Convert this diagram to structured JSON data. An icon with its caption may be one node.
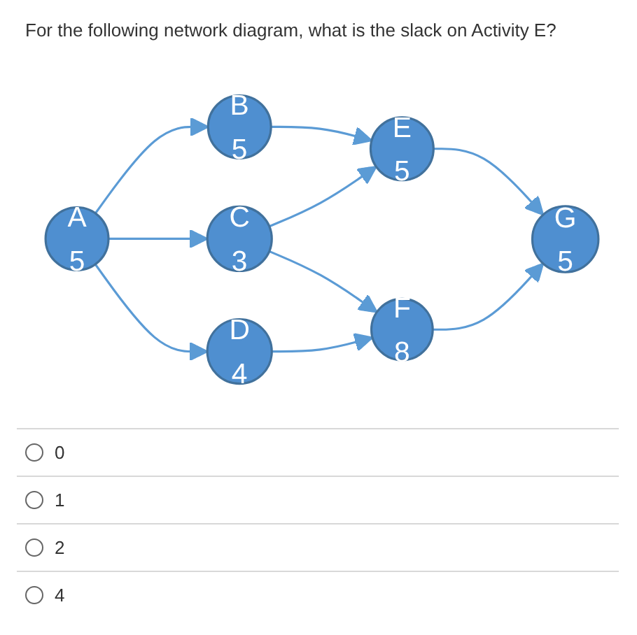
{
  "diagram": {
    "title": "For the following network diagram, what is the slack on Activity E?",
    "nodes": [
      {
        "text": [
          "A",
          "5"
        ]
      },
      {
        "text": [
          "B",
          "5"
        ]
      },
      {
        "text": [
          "C",
          "3"
        ]
      },
      {
        "text": [
          "D",
          "4"
        ]
      },
      {
        "text": [
          "E",
          "5"
        ]
      },
      {
        "text": [
          "F",
          "8"
        ]
      },
      {
        "text": [
          "G",
          "5"
        ]
      }
    ],
    "edges": [
      {
        "from": 0,
        "to": 1,
        "arrow": "to"
      },
      {
        "from": 0,
        "to": 2,
        "arrow": "to"
      },
      {
        "from": 0,
        "to": 3,
        "arrow": "to"
      },
      {
        "from": 1,
        "to": 4,
        "arrow": "to"
      },
      {
        "from": 2,
        "to": 4,
        "arrow": "to"
      },
      {
        "from": 2,
        "to": 5,
        "arrow": "to"
      },
      {
        "from": 3,
        "to": 5,
        "arrow": "to"
      },
      {
        "from": 4,
        "to": 6,
        "arrow": "to"
      },
      {
        "from": 5,
        "to": 6,
        "arrow": "to"
      }
    ],
    "labels": [
      "0",
      "1",
      "2",
      "4"
    ]
  }
}
